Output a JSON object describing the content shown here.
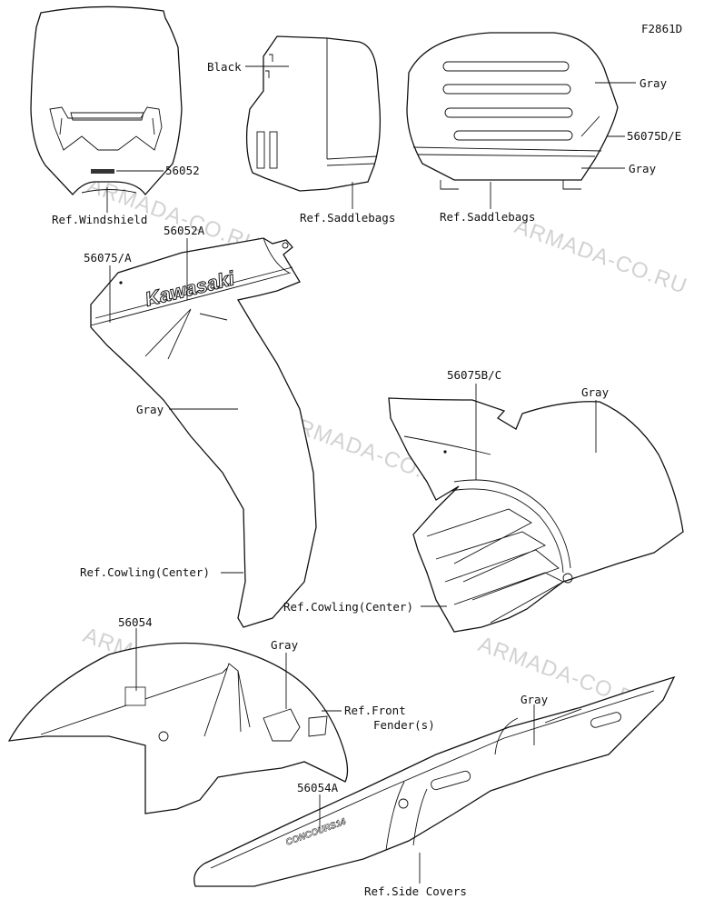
{
  "figure_code": "F2861D",
  "watermark_text": "ARMADA-CO.RU",
  "labels": {
    "windshield_decal": "56052",
    "windshield_ref": "Ref.Windshield",
    "black": "Black",
    "saddlebags_ref_left": "Ref.Saddlebags",
    "gray_bag_top": "Gray",
    "stripe_bag": "56075D/E",
    "gray_bag_bottom": "Gray",
    "saddlebags_ref_right": "Ref.Saddlebags",
    "stripe_cowl_left": "56075/A",
    "kawasaki_decal": "56052A",
    "gray_cowl_left": "Gray",
    "cowling_ref_left": "Ref.Cowling(Center)",
    "stripe_cowl_right": "56075B/C",
    "gray_cowl_right": "Gray",
    "cowling_ref_right": "Ref.Cowling(Center)",
    "fender_decal": "56054",
    "gray_fender": "Gray",
    "fender_ref_line1": "Ref.Front",
    "fender_ref_line2": "Fender(s)",
    "gray_side_cover": "Gray",
    "side_cover_decal": "56054A",
    "side_covers_ref": "Ref.Side Covers"
  },
  "decal_text": {
    "kawasaki_logo": "Kawasaki",
    "concours_logo": "CONCOURS14"
  },
  "colors": {
    "line": "#111111",
    "watermark": "#d2d2d2",
    "background": "#ffffff"
  }
}
